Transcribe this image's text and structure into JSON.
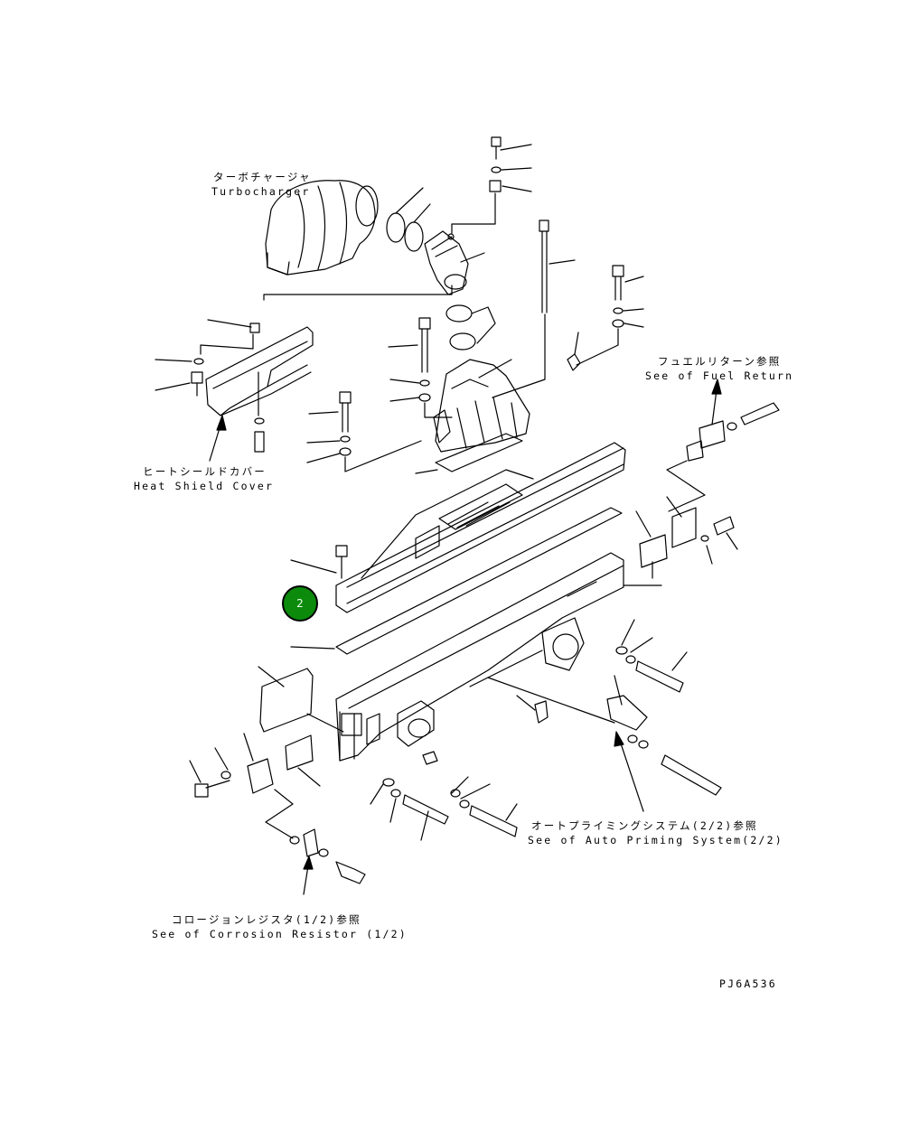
{
  "labels": {
    "turbo_jp": "ターボチャージャ",
    "turbo_en": "Turbocharger",
    "fuel_jp": "フュエルリターン参照",
    "fuel_en": "See of Fuel Return",
    "heat_jp": "ヒートシールドカバー",
    "heat_en": "Heat Shield Cover",
    "auto_jp": "オートプライミングシステム(2/2)参照",
    "auto_en": "See of Auto Priming System(2/2)",
    "corr_jp": "コロージョンレジスタ(1/2)参照",
    "corr_en": "See of Corrosion Resistor (1/2)",
    "code": "PJ6A536"
  },
  "marker": {
    "number": "2",
    "color": "#0c8a0c"
  }
}
